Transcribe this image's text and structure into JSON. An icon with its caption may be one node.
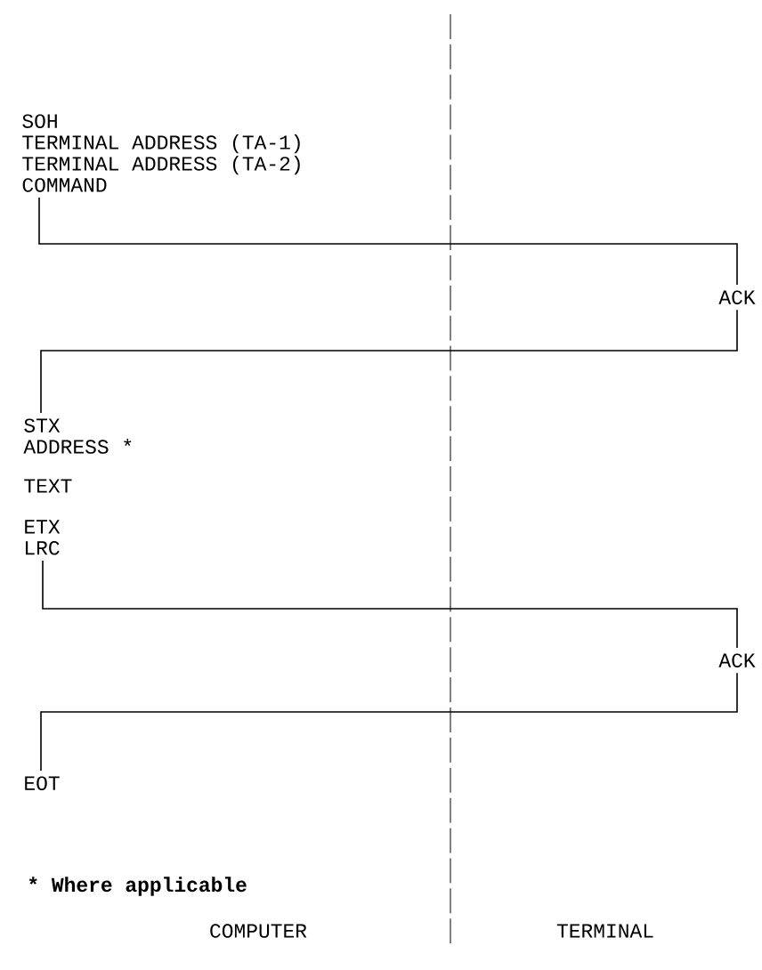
{
  "diagram": {
    "nodes": [
      {
        "text": [
          "SOH",
          "TERMINAL ADDRESS (TA-1)",
          "TERMINAL ADDRESS (TA-2)",
          "COMMAND"
        ]
      },
      {
        "text": [
          "ACK"
        ]
      },
      {
        "text": [
          "STX",
          "ADDRESS *",
          "TEXT",
          "ETX",
          "LRC"
        ]
      },
      {
        "text": [
          "ACK"
        ]
      },
      {
        "text": [
          "EOT"
        ]
      }
    ],
    "edges": [
      {
        "from": 0,
        "to": 1,
        "arrow": "none"
      },
      {
        "from": 1,
        "to": 2,
        "arrow": "none"
      },
      {
        "from": 2,
        "to": 3,
        "arrow": "none"
      },
      {
        "from": 3,
        "to": 4,
        "arrow": "none"
      }
    ],
    "labels": [
      "* Where applicable",
      "COMPUTER",
      "TERMINAL"
    ]
  }
}
